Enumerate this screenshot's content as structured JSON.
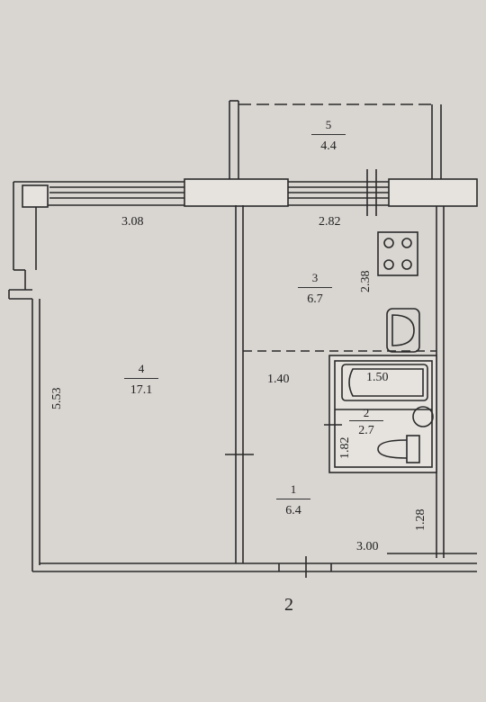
{
  "plan": {
    "rooms": [
      {
        "id": "1",
        "number": "1",
        "area": "6.4"
      },
      {
        "id": "2",
        "number": "2",
        "area": "2.7"
      },
      {
        "id": "3",
        "number": "3",
        "area": "6.7"
      },
      {
        "id": "4",
        "number": "4",
        "area": "17.1"
      },
      {
        "id": "5",
        "number": "5",
        "area": "4.4"
      }
    ],
    "dimensions": {
      "room4_width": "3.08",
      "room3_width": "2.82",
      "room4_length": "5.53",
      "kitchen_side": "2.38",
      "hall_width": "1.40",
      "bath_length": "1.50",
      "wc_length": "1.82",
      "hall_length": "3.00",
      "hall_side": "1.28"
    },
    "section_mark": "2",
    "colors": {
      "line": "#2a2a2a",
      "paper": "#d9d6d2",
      "fill": "#e6e3df"
    }
  }
}
